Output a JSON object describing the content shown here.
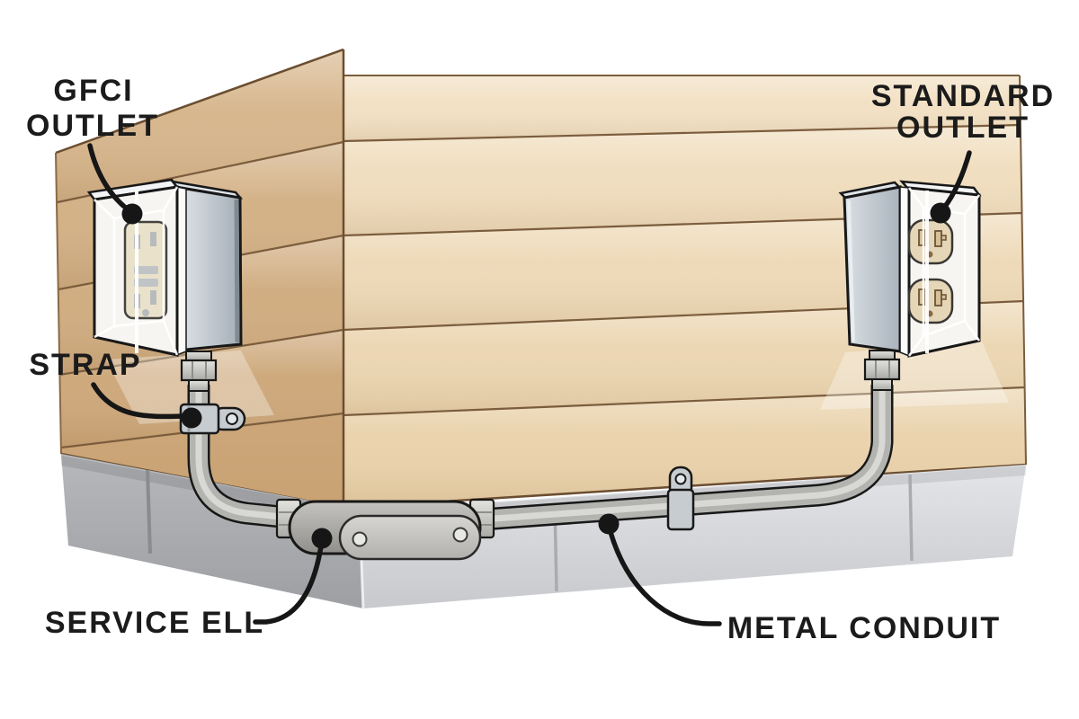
{
  "figure": {
    "type": "illustrated-diagram",
    "subject": "Outdoor electrical outlets connected by metal conduit on a house corner",
    "labels": {
      "gfci": {
        "line1": "GFCI",
        "line2": "OUTLET"
      },
      "standard": {
        "line1": "STANDARD",
        "line2": "OUTLET"
      },
      "strap": "STRAP",
      "service_ell": "SERVICE ELL",
      "metal_conduit": "METAL CONDUIT"
    },
    "colors": {
      "background": "#ffffff",
      "label_text": "#1b1b1b",
      "callout": "#161616",
      "siding_right_top": "#f3e2c6",
      "siding_right_bottom": "#e8d0a8",
      "siding_left_top": "#d9ba92",
      "siding_left_bottom": "#c9a273",
      "lap_line": "#7b5d3d",
      "foundation_right": "#d6d8dc",
      "foundation_left": "#abadb1",
      "conduit_gray": "#b3b3af",
      "conduit_highlight": "#dcdcd8",
      "fitting_gray": "#c9c7c3",
      "box_panel_gray": "#b9c3cb",
      "cover_white": "#f6f5f2",
      "receptacle_beige": "#e6d6b8",
      "gfci_face_beige": "#e9e1ca"
    }
  }
}
